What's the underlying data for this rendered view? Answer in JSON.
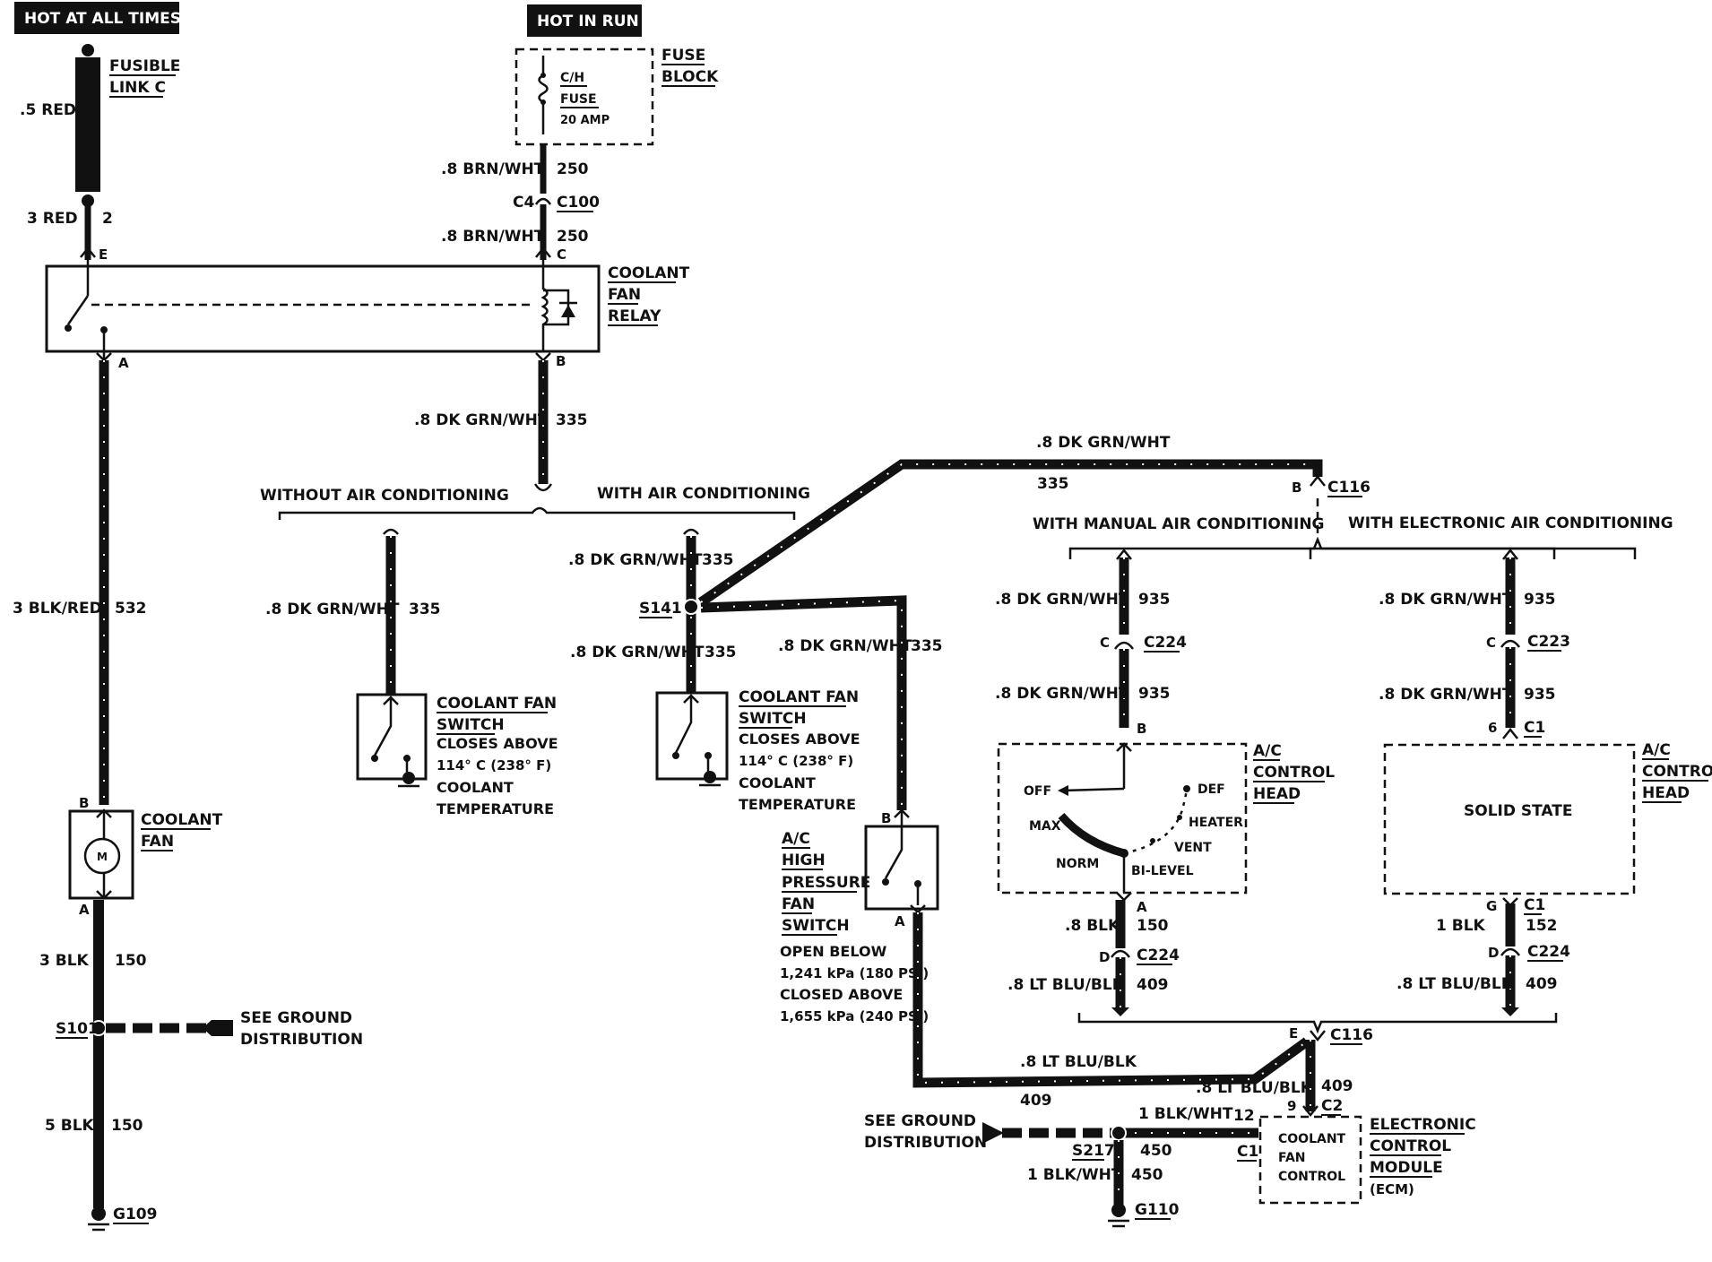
{
  "headers": {
    "hot_at_all_times": "HOT AT ALL TIMES",
    "hot_in_run": "HOT IN RUN"
  },
  "fusible_link": {
    "name_line1": "FUSIBLE",
    "name_line2": "LINK C",
    "wire": ".5 RED",
    "lower_wire": "3 RED",
    "lower_circuit": "2"
  },
  "fuse_block": {
    "label_line1": "FUSE",
    "label_line2": "BLOCK",
    "fuse_line1": "C/H",
    "fuse_line2": "FUSE",
    "fuse_rating": "20 AMP",
    "wire1": ".8 BRN/WHT",
    "circuit1": "250",
    "connector_left": "C4",
    "connector_right": "C100",
    "wire2": ".8 BRN/WHT",
    "circuit2": "250"
  },
  "relay": {
    "line1": "COOLANT",
    "line2": "FAN",
    "line3": "RELAY",
    "pin_e": "E",
    "pin_c": "C",
    "pin_a": "A",
    "pin_b": "B"
  },
  "relay_output": {
    "wire": ".8 DK GRN/WHT",
    "circuit": "335"
  },
  "branch_left": {
    "without_ac": "WITHOUT AIR CONDITIONING",
    "with_ac": "WITH AIR CONDITIONING"
  },
  "fan_feed": {
    "wire": "3 BLK/RED",
    "circuit": "532"
  },
  "coolant_fan": {
    "line1": "COOLANT",
    "line2": "FAN",
    "pin_b": "B",
    "pin_a": "A",
    "motor": "M"
  },
  "fan_ground": {
    "wire1": "3 BLK",
    "circuit1": "150",
    "splice": "S101",
    "see_ground_line1": "SEE GROUND",
    "see_ground_line2": "DISTRIBUTION",
    "wire2": "5 BLK",
    "circuit2": "150",
    "ground": "G109"
  },
  "switch_no_ac": {
    "wire": ".8 DK GRN/WHT",
    "circuit": "335",
    "line1": "COOLANT FAN",
    "line2": "SWITCH",
    "line3": "CLOSES ABOVE",
    "line4": "114° C (238° F)",
    "line5": "COOLANT",
    "line6": "TEMPERATURE"
  },
  "switch_ac": {
    "wire_top": ".8 DK GRN/WHT",
    "circuit_top": "335",
    "splice": "S141",
    "wire_bottom": ".8 DK GRN/WHT",
    "circuit_bottom": "335",
    "line1": "COOLANT FAN",
    "line2": "SWITCH",
    "line3": "CLOSES ABOVE",
    "line4": "114° C (238° F)",
    "line5": "COOLANT",
    "line6": "TEMPERATURE"
  },
  "top_run": {
    "wire": ".8 DK GRN/WHT",
    "circuit": "335",
    "connector_pin": "B",
    "connector": "C116"
  },
  "pressure_switch": {
    "wire": ".8 DK GRN/WHT",
    "circuit": "335",
    "line1": "A/C",
    "line2": "HIGH",
    "line3": "PRESSURE",
    "line4": "FAN",
    "line5": "SWITCH",
    "line6": "OPEN BELOW",
    "line7": "1,241 kPa (180 PSI)",
    "line8": "CLOSED ABOVE",
    "line9": "1,655 kPa (240 PSI)",
    "pin_b": "B",
    "pin_a": "A"
  },
  "manual_ac": {
    "title": "WITH MANUAL AIR CONDITIONING",
    "wire1": ".8 DK GRN/WHT",
    "circuit1": "935",
    "conn_pin": "C",
    "connector": "C224",
    "wire2": ".8 DK GRN/WHT",
    "circuit2": "935",
    "pin_b": "B",
    "head_line1": "A/C",
    "head_line2": "CONTROL",
    "head_line3": "HEAD",
    "off": "OFF",
    "def": "DEF",
    "max": "MAX",
    "heater": "HEATER",
    "vent": "VENT",
    "norm": "NORM",
    "bilevel": "BI-LEVEL",
    "pin_a": "A",
    "wire3": ".8 BLK",
    "circuit3": "150",
    "conn2_pin": "D",
    "connector2": "C224",
    "wire4": ".8 LT BLU/BLK",
    "circuit4": "409"
  },
  "electronic_ac": {
    "title": "WITH ELECTRONIC AIR CONDITIONING",
    "wire1": ".8 DK GRN/WHT",
    "circuit1": "935",
    "conn_pin": "C",
    "connector": "C223",
    "wire2": ".8 DK GRN/WHT",
    "circuit2": "935",
    "pin6": "6",
    "conn_c1": "C1",
    "head_line1": "A/C",
    "head_line2": "CONTROL",
    "head_line3": "HEAD",
    "solid_state": "SOLID STATE",
    "pin_g": "G",
    "conn_c1b": "C1",
    "wire3": "1 BLK",
    "circuit3": "152",
    "pin_d": "D",
    "connector2": "C224",
    "wire4": ".8 LT BLU/BLK",
    "circuit4": "409"
  },
  "bottom": {
    "connector_pin": "E",
    "connector": "C116",
    "wire_run": ".8 LT BLU/BLK",
    "circuit_run": "409",
    "wire_diag": ".8 LT BLU/BLK",
    "circuit_vert": "409",
    "pin9": "9",
    "conn_c2": "C2",
    "wire_blkwht": "1 BLK/WHT",
    "pin12": "12",
    "conn_c1": "C1",
    "see_ground_line1": "SEE GROUND",
    "see_ground_line2": "DISTRIBUTION",
    "splice": "S217",
    "circuit450a": "450",
    "wire_g": "1 BLK/WHT",
    "circuit450b": "450",
    "ground": "G110",
    "cfc_line1": "COOLANT",
    "cfc_line2": "FAN",
    "cfc_line3": "CONTROL",
    "ecm_line1": "ELECTRONIC",
    "ecm_line2": "CONTROL",
    "ecm_line3": "MODULE",
    "ecm_line4": "(ECM)"
  }
}
